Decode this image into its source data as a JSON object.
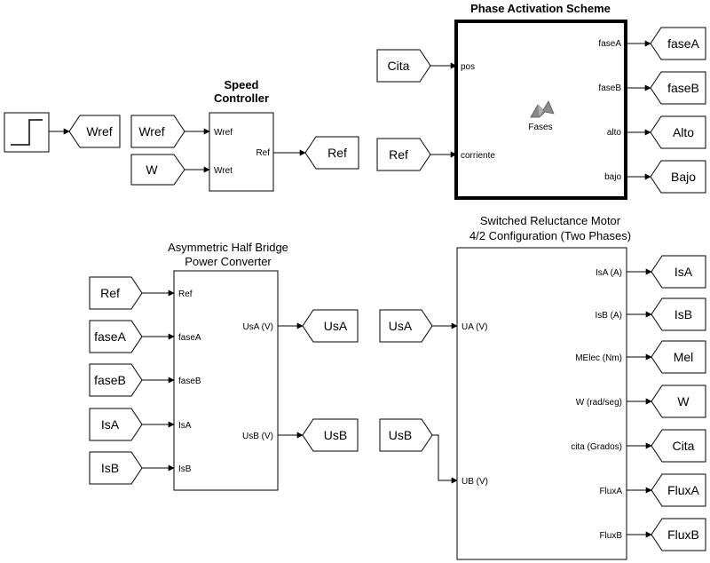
{
  "blocks": {
    "speed_controller": {
      "title": [
        "Speed",
        "Controller"
      ],
      "inputs": [
        "Wref",
        "Wret"
      ],
      "outputs": [
        "Ref"
      ]
    },
    "phase_activation": {
      "title": "Phase Activation Scheme",
      "inputs": [
        "pos",
        "corriente"
      ],
      "outputs": [
        "faseA",
        "faseB",
        "alto",
        "bajo"
      ],
      "center_label": "Fases"
    },
    "converter": {
      "title": [
        "Asymmetric Half Bridge",
        "Power Converter"
      ],
      "inputs": [
        "Ref",
        "faseA",
        "faseB",
        "IsA",
        "IsB"
      ],
      "outputs": [
        "UsA (V)",
        "UsB (V)"
      ]
    },
    "motor": {
      "title": [
        "Switched Reluctance Motor",
        "4/2 Configuration (Two Phases)"
      ],
      "inputs": [
        "UA (V)",
        "UB (V)"
      ],
      "outputs": [
        "IsA (A)",
        "IsB (A)",
        "MElec (Nm)",
        "W (rad/seg)",
        "cita (Grados)",
        "FluxA",
        "FluxB"
      ]
    }
  },
  "tags": {
    "goto_wref": "Wref",
    "from_wref": "Wref",
    "from_w": "W",
    "goto_ref": "Ref",
    "from_cita": "Cita",
    "from_ref_phase": "Ref",
    "goto_faseA": "faseA",
    "goto_faseB": "faseB",
    "goto_alto": "Alto",
    "goto_bajo": "Bajo",
    "from_ref_conv": "Ref",
    "from_faseA": "faseA",
    "from_faseB": "faseB",
    "from_IsA": "IsA",
    "from_IsB": "IsB",
    "goto_UsA": "UsA",
    "goto_UsB": "UsB",
    "from_UsA": "UsA",
    "from_UsB": "UsB",
    "goto_IsA": "IsA",
    "goto_IsB": "IsB",
    "goto_Mel": "Mel",
    "goto_W": "W",
    "goto_Cita": "Cita",
    "goto_FluxA": "FluxA",
    "goto_FluxB": "FluxB"
  }
}
